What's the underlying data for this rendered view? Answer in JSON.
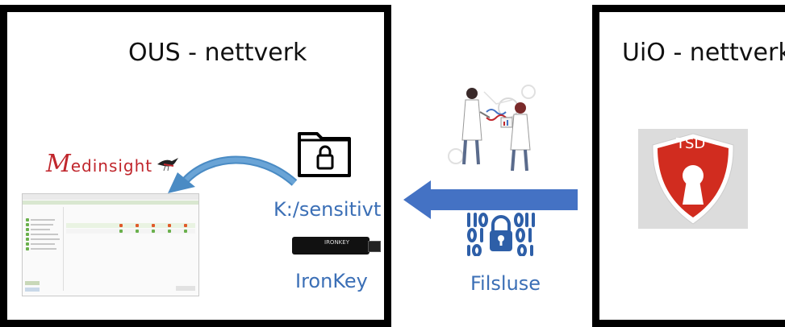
{
  "panels": {
    "ous": {
      "title": "OUS - nettverk"
    },
    "uio": {
      "title": "UiO - nettverk"
    }
  },
  "labels": {
    "k_drive": "K:/sensitivt",
    "ironkey": "IronKey",
    "filsluse": "Filsluse",
    "tsd": "TSD"
  },
  "logo": {
    "medinsight_first": "M",
    "medinsight_rest": "edinsight"
  },
  "ironkey_device_text": "IRONKEY",
  "colors": {
    "arrow_blue": "#4472c4",
    "label_blue": "#3b6fb6",
    "tsd_red": "#d12c1f",
    "panel_border": "#000000"
  },
  "icons": [
    "folder-lock-icon",
    "binary-lock-icon",
    "tsd-shield-icon",
    "usb-drive-icon",
    "scientists-illustration",
    "bird-icon",
    "curved-arrow-icon",
    "left-arrow-icon"
  ]
}
